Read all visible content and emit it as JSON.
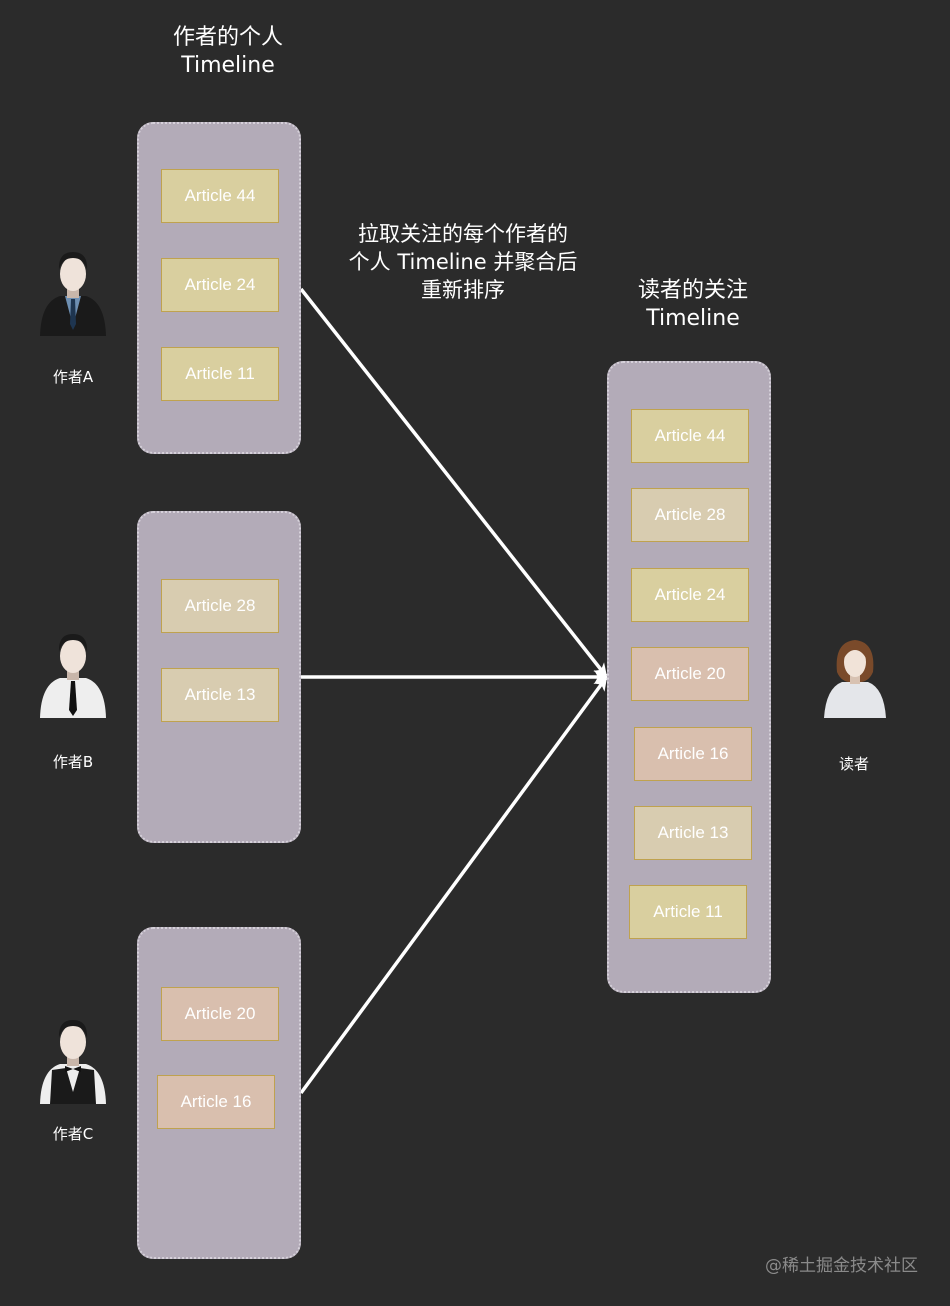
{
  "headings": {
    "author_timeline_line1": "作者的个人",
    "author_timeline_line2": "Timeline",
    "reader_timeline_line1": "读者的关注",
    "reader_timeline_line2": "Timeline"
  },
  "arrow_label": {
    "line1": "拉取关注的每个作者的",
    "line2": "个人 Timeline 并聚合后",
    "line3": "重新排序"
  },
  "authors": [
    {
      "label": "作者A",
      "icon": "businessman-avatar-icon",
      "articles": [
        "Article 44",
        "Article 24",
        "Article 11"
      ]
    },
    {
      "label": "作者B",
      "icon": "clerk-avatar-icon",
      "articles": [
        "Article 28",
        "Article 13"
      ]
    },
    {
      "label": "作者C",
      "icon": "waiter-avatar-icon",
      "articles": [
        "Article 20",
        "Article 16"
      ]
    }
  ],
  "reader": {
    "label": "读者",
    "icon": "woman-avatar-icon",
    "articles": [
      "Article 44",
      "Article 28",
      "Article 24",
      "Article 20",
      "Article 16",
      "Article 13",
      "Article 11"
    ]
  },
  "watermark": "@稀土掘金技术社区",
  "colors": {
    "background": "#2b2b2b",
    "timeline_box": "#b3abb8",
    "card_gold": "#d9cf9f",
    "card_beige": "#d8ccb0",
    "card_pink": "#d9bfae",
    "card_border": "#bfa24f",
    "arrow": "#ffffff"
  }
}
